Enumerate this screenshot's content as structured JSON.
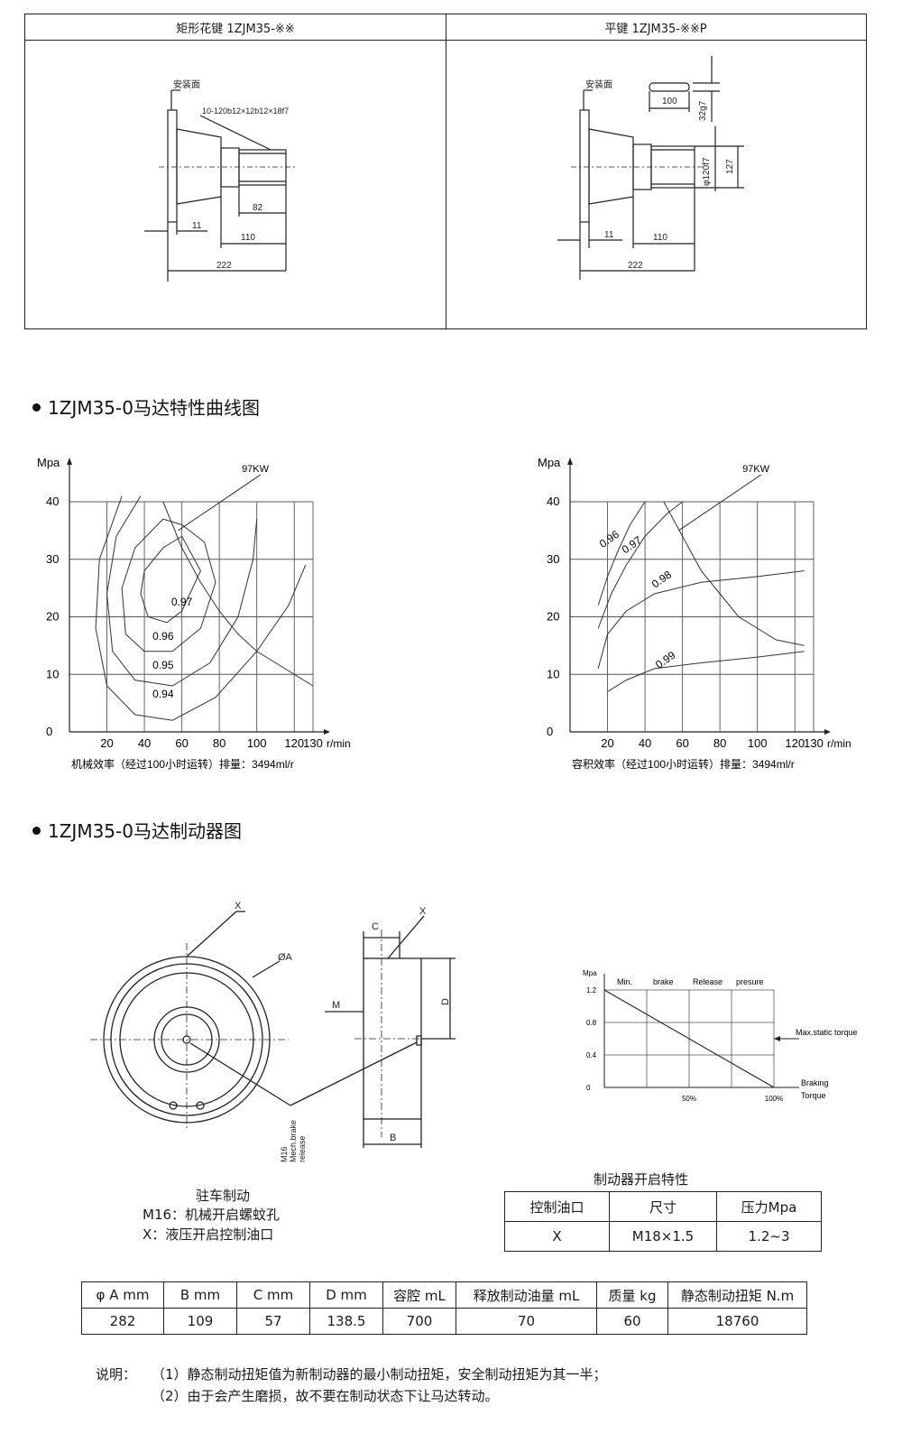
{
  "top_panels": {
    "left": {
      "title": "矩形花键 1ZJM35-※※",
      "mount_label": "安装面",
      "spline_spec": "10-120b12×12b12×18f7",
      "dims": [
        "82",
        "11",
        "110",
        "222"
      ]
    },
    "right": {
      "title": "平键 1ZJM35-※※P",
      "mount_label": "安装面",
      "dims": [
        "100",
        "32g7",
        "φ120f7",
        "127",
        "11",
        "110",
        "222"
      ]
    }
  },
  "section1": {
    "title": "1ZJM35-0马达特性曲线图"
  },
  "section2": {
    "title": "1ZJM35-0马达制动器图"
  },
  "chart_data": [
    {
      "type": "line",
      "title": "",
      "caption": "机械效率（经过100小时运转）排量：3494ml/r",
      "ylabel": "Mpa",
      "xlabel": "r/min",
      "ylim": [
        0,
        40
      ],
      "xlim": [
        0,
        130
      ],
      "yticks": [
        "0",
        "10",
        "20",
        "30",
        "40"
      ],
      "xticks": [
        "20",
        "40",
        "60",
        "80",
        "100",
        "120",
        "130"
      ],
      "annotation": "97KW",
      "series": [
        {
          "name": "0.97",
          "points": [
            [
              60,
              34
            ],
            [
              50,
              32
            ],
            [
              40,
              28
            ],
            [
              38,
              24
            ],
            [
              42,
              20
            ],
            [
              52,
              19
            ],
            [
              60,
              21
            ],
            [
              70,
              28
            ],
            [
              60,
              34
            ]
          ]
        },
        {
          "name": "0.96",
          "points": [
            [
              50,
              37
            ],
            [
              35,
              32
            ],
            [
              28,
              25
            ],
            [
              30,
              17
            ],
            [
              40,
              14
            ],
            [
              55,
              14
            ],
            [
              70,
              18
            ],
            [
              78,
              26
            ],
            [
              72,
              33
            ],
            [
              60,
              36
            ],
            [
              50,
              37
            ]
          ]
        },
        {
          "name": "0.95",
          "points": [
            [
              38,
              41
            ],
            [
              25,
              34
            ],
            [
              20,
              24
            ],
            [
              23,
              14
            ],
            [
              35,
              9
            ],
            [
              55,
              8
            ],
            [
              75,
              12
            ],
            [
              90,
              20
            ],
            [
              98,
              30
            ],
            [
              100,
              37
            ]
          ]
        },
        {
          "name": "0.94",
          "points": [
            [
              28,
              41
            ],
            [
              16,
              30
            ],
            [
              14,
              18
            ],
            [
              20,
              8
            ],
            [
              35,
              3
            ],
            [
              55,
              2
            ],
            [
              78,
              6
            ],
            [
              100,
              14
            ],
            [
              117,
              22
            ],
            [
              126,
              29
            ]
          ]
        },
        {
          "name": "97KW",
          "points": [
            [
              50,
              40
            ],
            [
              60,
              32
            ],
            [
              70,
              26
            ],
            [
              80,
              21
            ],
            [
              90,
              17
            ],
            [
              100,
              14
            ],
            [
              110,
              12
            ],
            [
              130,
              8
            ]
          ]
        }
      ],
      "labels": [
        "0.97",
        "0.96",
        "0.95",
        "0.94"
      ]
    },
    {
      "type": "line",
      "title": "",
      "caption": "容积效率（经过100小时运转）排量：3494ml/r",
      "ylabel": "Mpa",
      "xlabel": "r/min",
      "ylim": [
        0,
        40
      ],
      "xlim": [
        0,
        130
      ],
      "yticks": [
        "0",
        "10",
        "20",
        "30",
        "40"
      ],
      "xticks": [
        "20",
        "40",
        "60",
        "80",
        "100",
        "120",
        "130"
      ],
      "annotation": "97KW",
      "series": [
        {
          "name": "0.96",
          "points": [
            [
              15,
              22
            ],
            [
              20,
              27
            ],
            [
              25,
              31
            ],
            [
              32,
              36
            ],
            [
              40,
              40
            ]
          ]
        },
        {
          "name": "0.97",
          "points": [
            [
              15,
              18
            ],
            [
              22,
              24
            ],
            [
              30,
              29
            ],
            [
              40,
              34
            ],
            [
              52,
              38
            ],
            [
              60,
              40
            ]
          ]
        },
        {
          "name": "0.98",
          "points": [
            [
              15,
              11
            ],
            [
              20,
              17
            ],
            [
              30,
              21
            ],
            [
              45,
              24
            ],
            [
              70,
              26
            ],
            [
              100,
              27
            ],
            [
              125,
              28
            ]
          ]
        },
        {
          "name": "0.99",
          "points": [
            [
              20,
              7
            ],
            [
              30,
              9
            ],
            [
              45,
              11
            ],
            [
              70,
              12
            ],
            [
              100,
              13
            ],
            [
              125,
              14
            ]
          ]
        },
        {
          "name": "97KW",
          "points": [
            [
              50,
              40
            ],
            [
              60,
              34
            ],
            [
              70,
              28
            ],
            [
              80,
              24
            ],
            [
              90,
              20
            ],
            [
              100,
              18
            ],
            [
              110,
              16
            ],
            [
              125,
              15
            ]
          ]
        }
      ],
      "labels": [
        "0.96",
        "0.97",
        "0.98",
        "0.99"
      ]
    },
    {
      "type": "line",
      "title": "",
      "ylabel": "Mpa",
      "xlabel": "Braking Torque",
      "yticks": [
        "0",
        "0.4",
        "0.8",
        "1.2"
      ],
      "xticks": [
        "50%",
        "100%"
      ],
      "header_labels": [
        "Min.",
        "brake",
        "Release",
        "presure"
      ],
      "annotation": "Max.static torque",
      "series": [
        {
          "name": "",
          "points": [
            [
              0,
              1.2
            ],
            [
              100,
              0
            ]
          ]
        }
      ]
    }
  ],
  "brake_drawing": {
    "labels": [
      "X",
      "ØA",
      "C",
      "X",
      "M",
      "D",
      "B"
    ],
    "vertical_label": [
      "M16",
      "Mech.brake",
      "release"
    ]
  },
  "parking_note": {
    "title": "驻车制动",
    "line1": "M16：机械开启螺蚊孔",
    "line2": "X：液压开启控制油口"
  },
  "open_table": {
    "title": "制动器开启特性",
    "headers": [
      "控制油口",
      "尺寸",
      "压力Mpa"
    ],
    "row": [
      "X",
      "M18×1.5",
      "1.2~3"
    ]
  },
  "spec_table": {
    "headers": [
      "φ A mm",
      "B mm",
      "C mm",
      "D mm",
      "容腔 mL",
      "释放制动油量 mL",
      "质量 kg",
      "静态制动扭矩 N.m"
    ],
    "row": [
      "282",
      "109",
      "57",
      "138.5",
      "700",
      "70",
      "60",
      "18760"
    ]
  },
  "notes": {
    "label": "说明：",
    "line1": "（1）静态制动扭矩值为新制动器的最小制动扭矩，安全制动扭矩为其一半；",
    "line2": "（2）由于会产生磨损，故不要在制动状态下让马达转动。"
  }
}
